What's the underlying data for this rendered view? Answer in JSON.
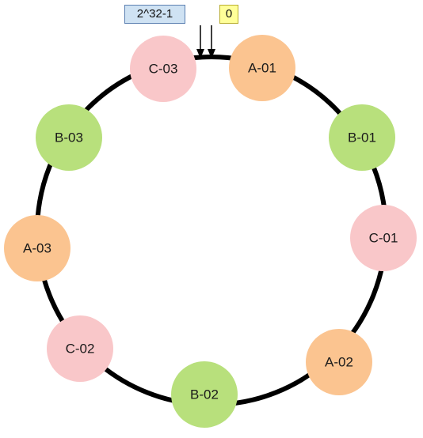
{
  "markers": {
    "max_label": "2^32-1",
    "zero_label": "0"
  },
  "colors": {
    "ring": "#000000",
    "A": "#fbc490",
    "B": "#b8e07c",
    "C": "#f9c7c9",
    "max_box": "#cfe2f3",
    "zero_box": "#ffff99"
  },
  "nodes": [
    {
      "label": "A-01",
      "group": "A"
    },
    {
      "label": "B-01",
      "group": "B"
    },
    {
      "label": "C-01",
      "group": "C"
    },
    {
      "label": "A-02",
      "group": "A"
    },
    {
      "label": "B-02",
      "group": "B"
    },
    {
      "label": "C-02",
      "group": "C"
    },
    {
      "label": "A-03",
      "group": "A"
    },
    {
      "label": "B-03",
      "group": "B"
    },
    {
      "label": "C-03",
      "group": "C"
    }
  ]
}
